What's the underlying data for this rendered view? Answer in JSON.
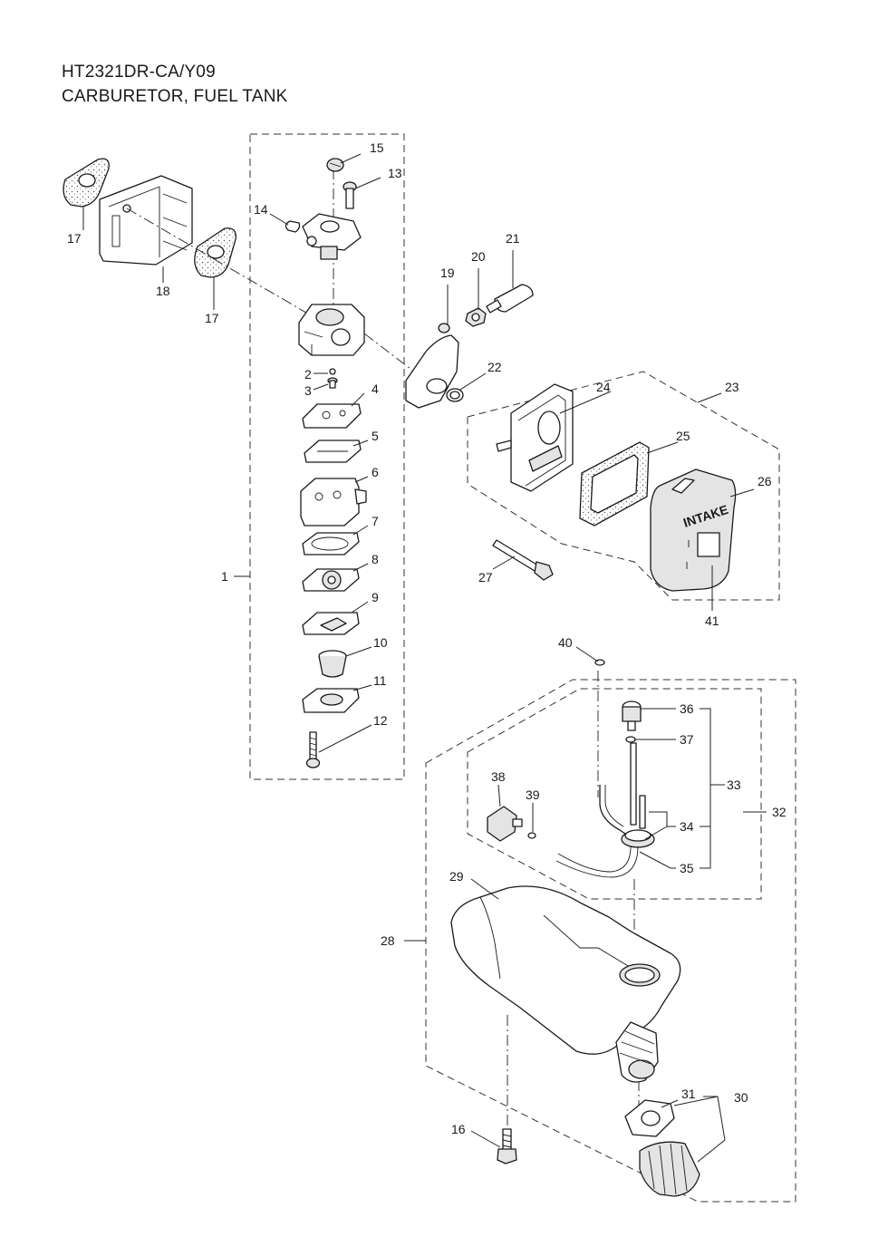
{
  "header": {
    "model": "HT2321DR-CA/Y09",
    "section": "CARBURETOR, FUEL TANK"
  },
  "callouts": {
    "c1": "1",
    "c2": "2",
    "c3": "3",
    "c4": "4",
    "c5": "5",
    "c6": "6",
    "c7": "7",
    "c8": "8",
    "c9": "9",
    "c10": "10",
    "c11": "11",
    "c12": "12",
    "c13": "13",
    "c14": "14",
    "c15": "15",
    "c16": "16",
    "c17a": "17",
    "c17b": "17",
    "c18": "18",
    "c19": "19",
    "c20": "20",
    "c21": "21",
    "c22": "22",
    "c23": "23",
    "c24": "24",
    "c25": "25",
    "c26": "26",
    "c27": "27",
    "c28": "28",
    "c29": "29",
    "c30": "30",
    "c31": "31",
    "c32": "32",
    "c33": "33",
    "c34": "34",
    "c35": "35",
    "c36": "36",
    "c37": "37",
    "c38": "38",
    "c39": "39",
    "c40": "40",
    "c41": "41"
  },
  "labels": {
    "intake": "INTAKE"
  }
}
